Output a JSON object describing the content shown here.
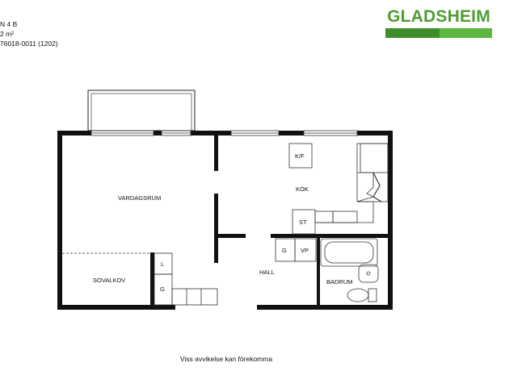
{
  "info": {
    "line1": "N 4 B",
    "line2": "2 m²",
    "line3": "76018-0011 (1202)"
  },
  "brand": {
    "name": "GLADSHEIM",
    "colors": {
      "text": "#4f9d34",
      "bar_dark": "#3e8f2b",
      "bar_light": "#5cb840"
    }
  },
  "plan": {
    "rooms": {
      "vardagsrum": "VARDAGSRUM",
      "kok": "KÖK",
      "sovalkov": "SOVALKOV",
      "hall": "HALL",
      "badrum": "BADRUM"
    },
    "fixtures": {
      "kf": "K/F",
      "st": "ST",
      "g_hall": "G",
      "vp": "VP",
      "l": "L",
      "g_alkov": "G"
    },
    "colors": {
      "wall": "#111111",
      "line": "#333333"
    }
  },
  "footer": {
    "note": "Viss avvikelse kan förekomma"
  }
}
